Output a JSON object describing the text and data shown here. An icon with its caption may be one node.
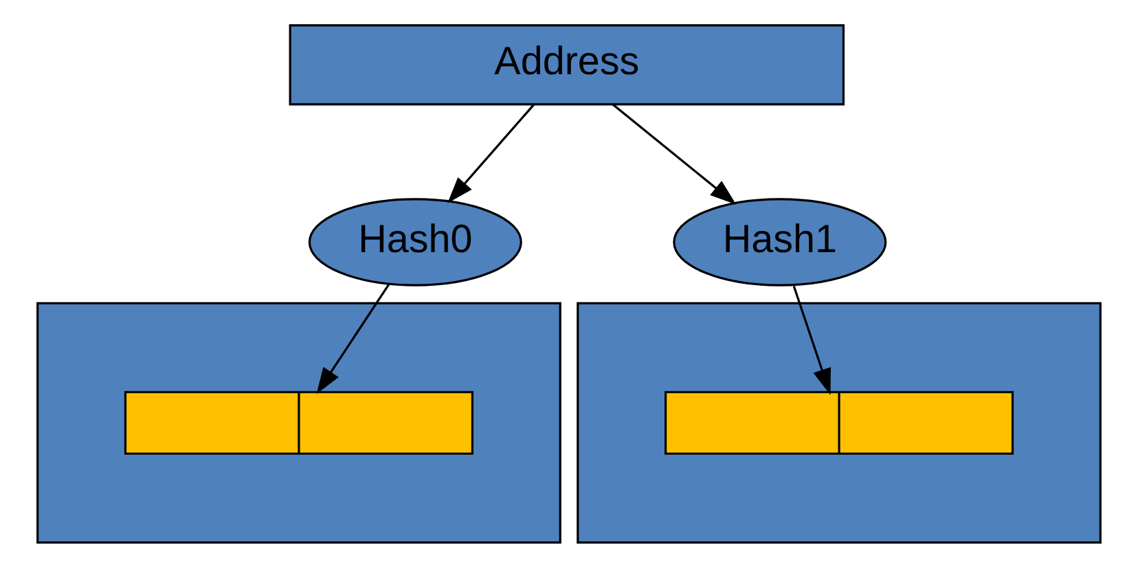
{
  "diagram": {
    "nodes": [
      {
        "text": [
          "Address"
        ]
      },
      {
        "text": [],
        "shape": "box"
      },
      {
        "text": [],
        "shape": "bar",
        "in": 1
      },
      {
        "text": [
          "Hash0"
        ]
      },
      {
        "text": [
          "Hash1"
        ]
      },
      {
        "text": [],
        "shape": "box"
      },
      {
        "text": [],
        "shape": "bar",
        "in": 5
      }
    ],
    "edges": [
      {
        "from": 0,
        "to": 3,
        "arrow": "to"
      },
      {
        "from": 0,
        "to": 4,
        "arrow": "to"
      },
      {
        "from": 3,
        "to": 2,
        "arrow": "to"
      },
      {
        "from": 4,
        "to": 6,
        "arrow": "to"
      }
    ]
  }
}
